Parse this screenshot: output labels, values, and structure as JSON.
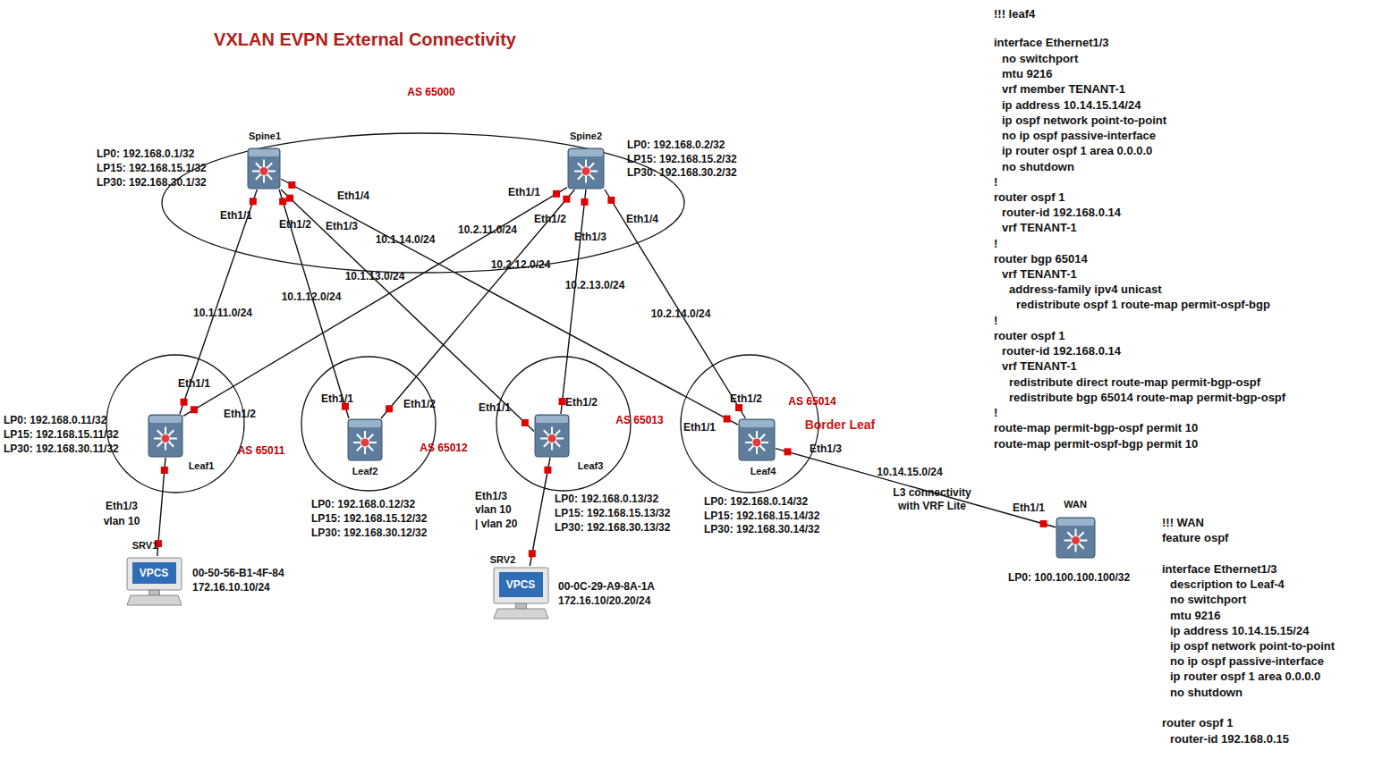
{
  "diagram": {
    "title": "VXLAN EVPN External Connectivity",
    "nodes": [
      {
        "text": [
          "AS 65000"
        ]
      },
      {
        "text": [
          "Spine1"
        ],
        "in": 0
      },
      {
        "text": [
          "Spine2"
        ],
        "in": 0
      },
      {
        "text": [
          "AS 65011"
        ]
      },
      {
        "text": [
          "Leaf1"
        ],
        "in": 3
      },
      {
        "text": [
          "AS 65012"
        ]
      },
      {
        "text": [
          "Leaf2"
        ],
        "in": 5
      },
      {
        "text": [
          "AS 65013"
        ]
      },
      {
        "text": [
          "Leaf3"
        ],
        "in": 7
      },
      {
        "text": [
          "AS 65014",
          "Border Leaf"
        ]
      },
      {
        "text": [
          "Leaf4"
        ],
        "in": 9
      },
      {
        "text": [
          "SRV1",
          "VPCS"
        ]
      },
      {
        "text": [
          "SRV2",
          "VPCS"
        ]
      },
      {
        "text": [
          "WAN"
        ]
      }
    ],
    "edges": [
      {
        "from": 1,
        "to": 4,
        "arrow": "none",
        "label": "10.1.11.0/24"
      },
      {
        "from": 1,
        "to": 6,
        "arrow": "none",
        "label": "10.1.12.0/24"
      },
      {
        "from": 1,
        "to": 8,
        "arrow": "none",
        "label": "10.1.13.0/24"
      },
      {
        "from": 1,
        "to": 10,
        "arrow": "none",
        "label": "10.1.14.0/24"
      },
      {
        "from": 2,
        "to": 4,
        "arrow": "none",
        "label": "10.2.11.0/24"
      },
      {
        "from": 2,
        "to": 6,
        "arrow": "none",
        "label": "10.2.12.0/24"
      },
      {
        "from": 2,
        "to": 8,
        "arrow": "none",
        "label": "10.2.13.0/24"
      },
      {
        "from": 2,
        "to": 10,
        "arrow": "none",
        "label": "10.2.14.0/24"
      },
      {
        "from": 4,
        "to": 11,
        "arrow": "none"
      },
      {
        "from": 8,
        "to": 12,
        "arrow": "none"
      },
      {
        "from": 10,
        "to": 13,
        "arrow": "none",
        "label": "10.14.15.0/24"
      }
    ],
    "labels": [
      "LP0: 192.168.0.1/32",
      "LP15: 192.168.15.1/32",
      "LP30: 192.168.30.1/32",
      "Eth1/1",
      "Eth1/2",
      "Eth1/3",
      "Eth1/4",
      "LP0: 192.168.0.2/32",
      "LP15: 192.168.15.2/32",
      "LP30: 192.168.30.2/32",
      "Eth1/1",
      "Eth1/2",
      "Eth1/3",
      "Eth1/4",
      "Eth1/1",
      "Eth1/2",
      "LP0: 192.168.0.11/32",
      "LP15: 192.168.15.11/32",
      "LP30: 192.168.30.11/32",
      "Eth1/3",
      "vlan 10",
      "Eth1/1",
      "Eth1/2",
      "LP0: 192.168.0.12/32",
      "LP15: 192.168.15.12/32",
      "LP30: 192.168.30.12/32",
      "Eth1/1",
      "Eth1/2",
      "Eth1/3",
      "vlan 10",
      "| vlan 20",
      "LP0: 192.168.0.13/32",
      "LP15: 192.168.15.13/32",
      "LP30: 192.168.30.13/32",
      "Eth1/2",
      "Eth1/1",
      "Eth1/3",
      "LP0: 192.168.0.14/32",
      "LP15: 192.168.15.14/32",
      "LP30: 192.168.30.14/32",
      "00-50-56-B1-4F-84",
      "172.16.10.10/24",
      "00-0C-29-A9-8A-1A",
      "172.16.10/20.20/24",
      "L3 connectivity",
      "with VRF Lite",
      "Eth1/1",
      "LP0: 100.100.100.100/32",
      "!!! leaf4",
      "interface Ethernet1/3",
      "no switchport",
      "mtu 9216",
      "vrf member TENANT-1",
      "ip address 10.14.15.14/24",
      "ip ospf network point-to-point",
      "no ip ospf passive-interface",
      "ip router ospf 1 area 0.0.0.0",
      "no shutdown",
      "!",
      "router ospf 1",
      "router-id 192.168.0.14",
      "vrf TENANT-1",
      "!",
      "router bgp 65014",
      "vrf TENANT-1",
      "address-family ipv4 unicast",
      "redistribute ospf 1 route-map permit-ospf-bgp",
      "!",
      "router ospf 1",
      "router-id 192.168.0.14",
      "vrf TENANT-1",
      "redistribute direct route-map permit-bgp-ospf",
      "redistribute bgp 65014 route-map permit-bgp-ospf",
      "!",
      "route-map permit-bgp-ospf permit 10",
      "route-map permit-ospf-bgp permit 10",
      "!!! WAN",
      "feature ospf",
      "interface Ethernet1/3",
      "description to Leaf-4",
      "no switchport",
      "mtu 9216",
      "ip address 10.14.15.15/24",
      "ip ospf network point-to-point",
      "no ip ospf passive-interface",
      "ip router ospf 1 area 0.0.0.0",
      "no shutdown",
      "router ospf 1",
      "router-id 192.168.0.15"
    ]
  }
}
